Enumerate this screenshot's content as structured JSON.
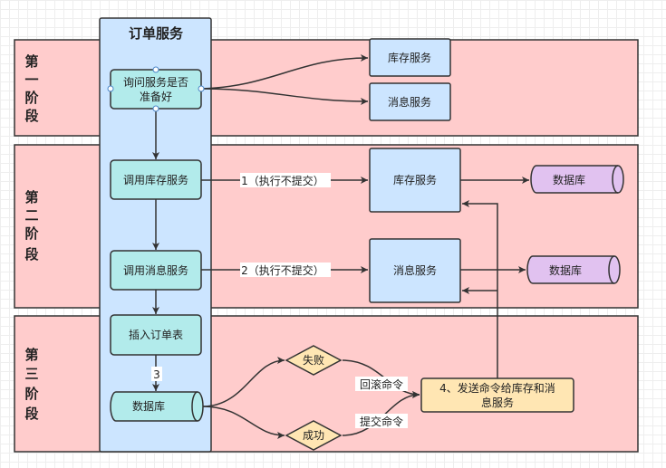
{
  "phases": [
    {
      "label_chars": [
        "第",
        "一",
        "阶",
        "段"
      ]
    },
    {
      "label_chars": [
        "第",
        "二",
        "阶",
        "段"
      ]
    },
    {
      "label_chars": [
        "第",
        "三",
        "阶",
        "段"
      ]
    }
  ],
  "lane": {
    "title": "订单服务"
  },
  "nodes": {
    "ask_line1": "询问服务是否",
    "ask_line2": "准备好",
    "inventory_top": "库存服务",
    "message_top": "消息服务",
    "call_inventory": "调用库存服务",
    "call_message": "调用消息服务",
    "insert_order": "插入订单表",
    "inventory_mid": "库存服务",
    "message_mid": "消息服务",
    "db_inventory": "数据库",
    "db_message": "数据库",
    "db_order": "数据库",
    "fail": "失败",
    "success": "成功",
    "notify_line1": "4、发送命令给库存和消",
    "notify_line2": "息服务"
  },
  "edge_labels": {
    "step1": "1（执行不提交）",
    "step2": "2（执行不提交）",
    "step3": "3",
    "rollback": "回滚命令",
    "commit": "提交命令"
  },
  "colors": {
    "phase_fill": "#ffcccc",
    "lane_fill": "#cce5ff",
    "step_fill": "#b2ebeb",
    "service_fill": "#cce5ff",
    "db_fill": "#e1c2f0",
    "decision_fill": "#ffe6b3",
    "notify_fill": "#ffe6b3",
    "stroke": "#333333"
  }
}
